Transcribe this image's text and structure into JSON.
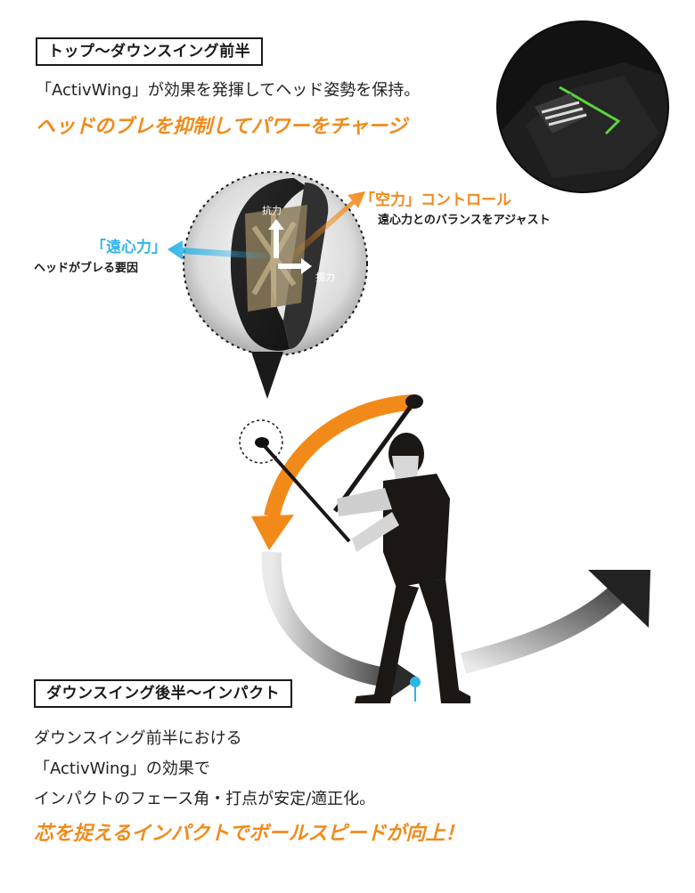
{
  "section1": {
    "label": "トップ〜ダウンスイング前半",
    "body": "「ActivWing」が効果を発揮してヘッド姿勢を保持。",
    "headline": "ヘッドのブレを抑制してパワーをチャージ"
  },
  "callouts": {
    "kuriki_title": "「空力」コントロール",
    "kuriki_sub": "遠心力とのバランスをアジャスト",
    "enshin_title": "「遠心力」",
    "enshin_sub": "ヘッドがブレる要因",
    "kouryoku": "抗力",
    "youryoku": "揚力"
  },
  "section2": {
    "label": "ダウンスイング後半〜インパクト",
    "line1": "ダウンスイング前半における",
    "line2": "「ActivWing」の効果で",
    "line3": "インパクトのフェース角・打点が安定/適正化。",
    "headline": "芯を捉えるインパクトでボールスピードが向上！"
  },
  "colors": {
    "accent_orange": "#f28a1a",
    "accent_blue": "#2fb4e6",
    "club_green": "#5cd23a"
  }
}
